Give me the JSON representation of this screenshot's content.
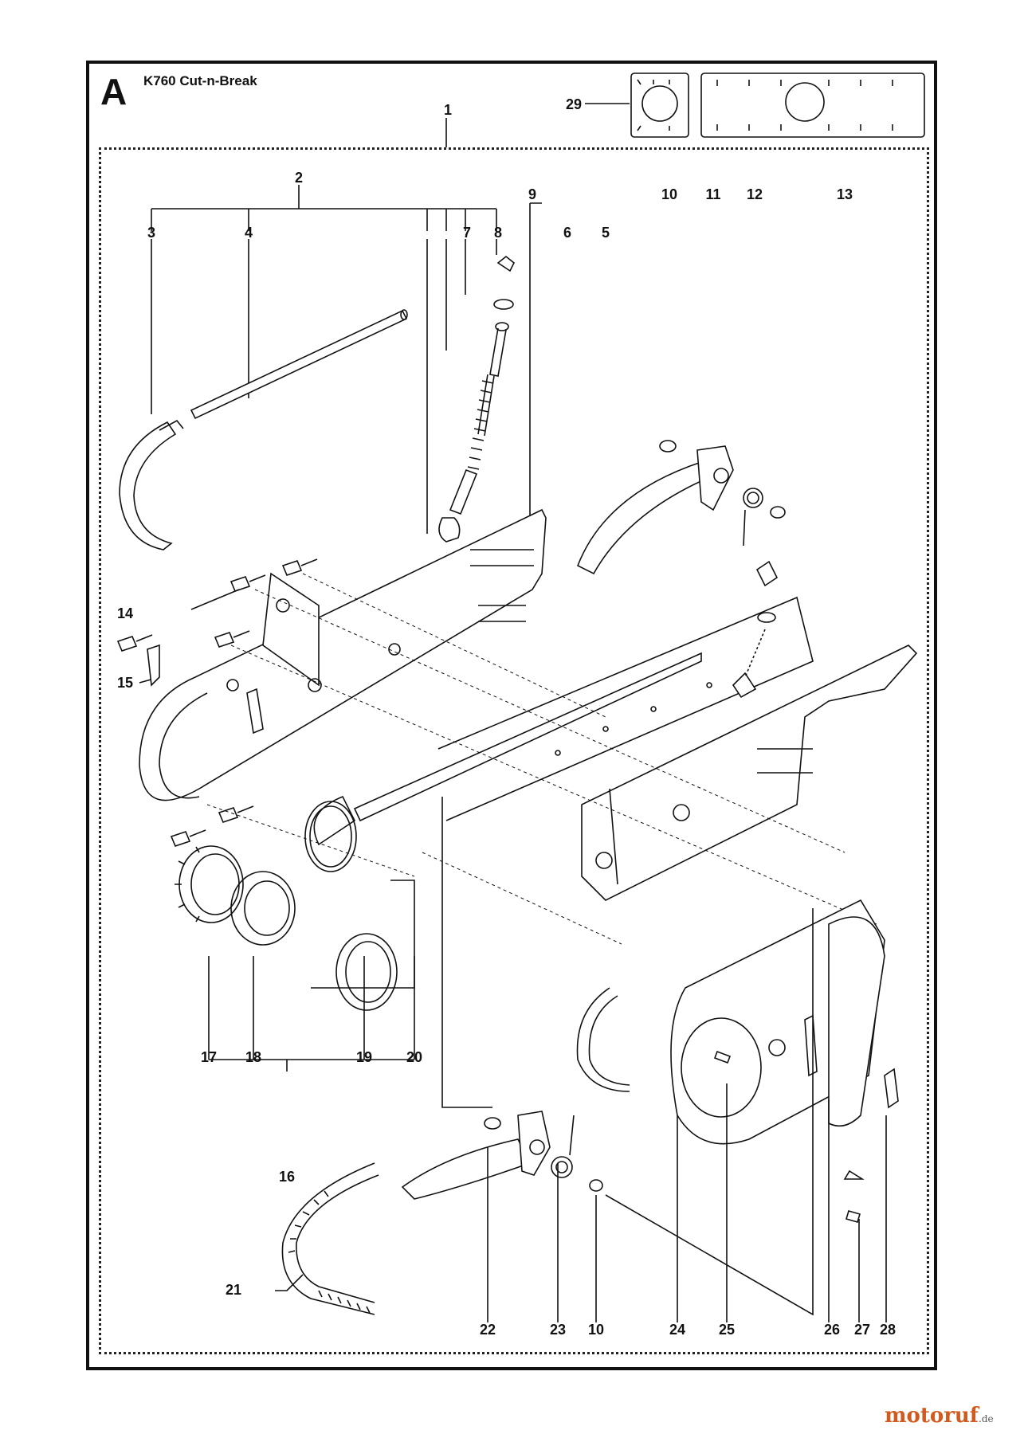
{
  "section_letter": "A",
  "model_title": "K760 Cut-n-Break",
  "brand": {
    "name": "motoruf",
    "suffix": ".de"
  },
  "callouts": {
    "n1": "1",
    "n2": "2",
    "n3": "3",
    "n4": "4",
    "n5": "5",
    "n6": "6",
    "n7": "7",
    "n8": "8",
    "n9": "9",
    "n10a": "10",
    "n10b": "10",
    "n11": "11",
    "n12": "12",
    "n13": "13",
    "n14": "14",
    "n15": "15",
    "n16": "16",
    "n17": "17",
    "n18": "18",
    "n19": "19",
    "n20": "20",
    "n21": "21",
    "n22": "22",
    "n23": "23",
    "n24": "24",
    "n25": "25",
    "n26": "26",
    "n27": "27",
    "n28": "28",
    "n29": "29"
  },
  "icons": [
    "cutting-arm-icon",
    "belt-icon",
    "pulley-icon",
    "spring-icon",
    "screw-icon",
    "label-sticker-icon"
  ]
}
